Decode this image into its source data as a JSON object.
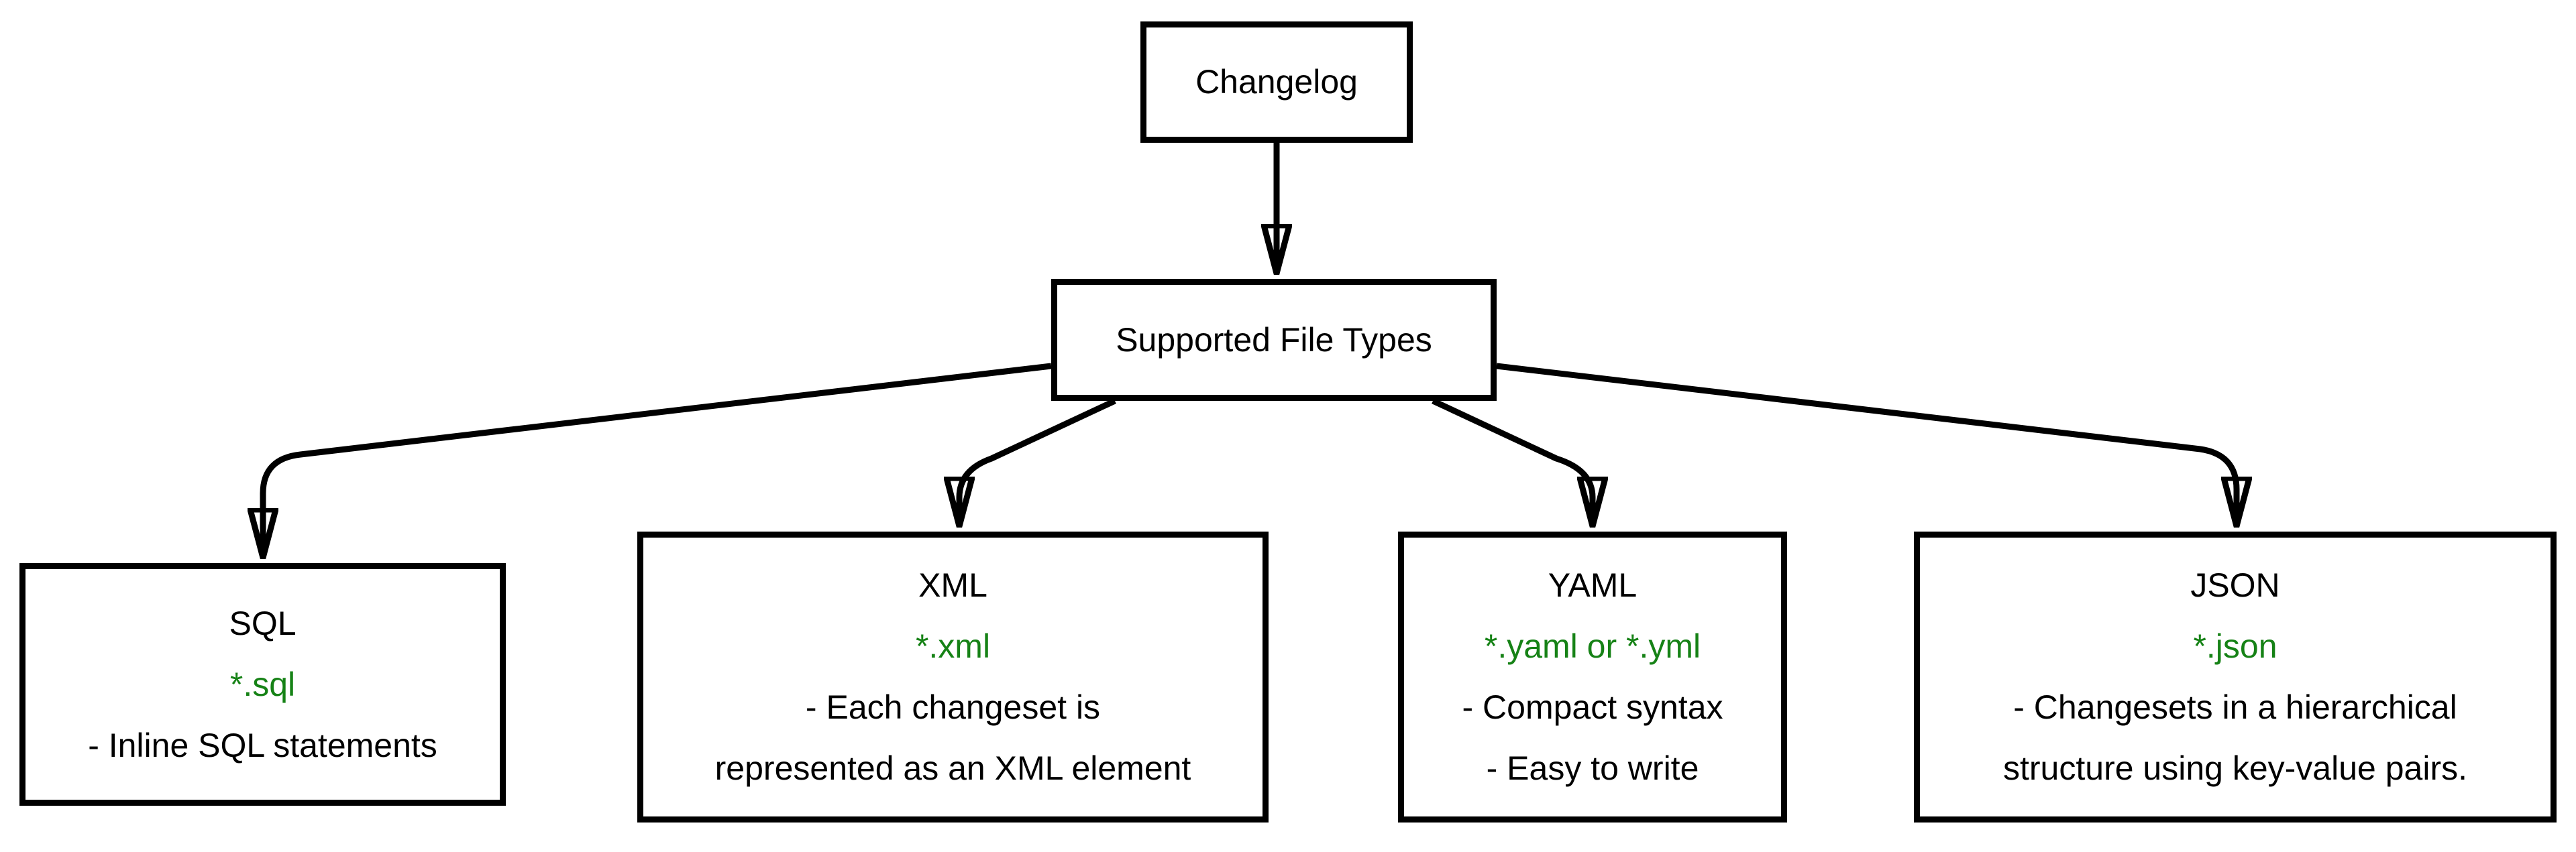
{
  "colors": {
    "line": "#000000",
    "box_background": "#ffffff",
    "extension_green": "#168216"
  },
  "nodes": {
    "changelog": {
      "label": "Changelog"
    },
    "supported": {
      "label": "Supported File Types"
    },
    "types": [
      {
        "id": "sql",
        "title": "SQL",
        "ext": "*.sql",
        "desc_lines": [
          "- Inline SQL statements"
        ]
      },
      {
        "id": "xml",
        "title": "XML",
        "ext": "*.xml",
        "desc_lines": [
          "- Each changeset is",
          "represented as an XML element"
        ]
      },
      {
        "id": "yaml",
        "title": "YAML",
        "ext": "*.yaml or *.yml",
        "desc_lines": [
          "- Compact syntax",
          "- Easy to write"
        ]
      },
      {
        "id": "json",
        "title": "JSON",
        "ext": "*.json",
        "desc_lines": [
          "- Changesets in a hierarchical",
          "structure using key-value pairs."
        ]
      }
    ]
  }
}
